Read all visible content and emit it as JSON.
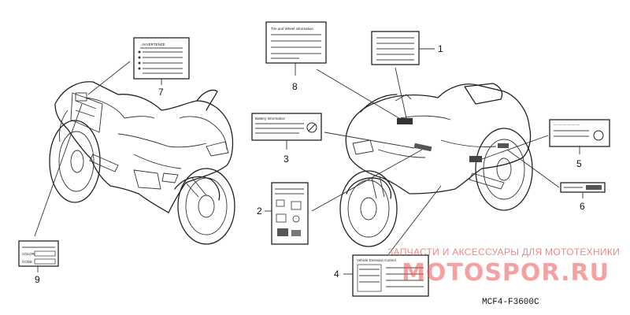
{
  "callouts": {
    "c1": "1",
    "c2": "2",
    "c3": "3",
    "c4": "4",
    "c5": "5",
    "c6": "6",
    "c7": "7",
    "c8": "8",
    "c9": "9"
  },
  "labels": {
    "warning_title": "AVVERTENZE",
    "tire_title": "Tire and Wheel information",
    "caution_title": "Battery Information",
    "emission_title": "Vehicle Emission Control",
    "color_field": "COLOR",
    "code_field": "CODE"
  },
  "diagram_code": "MCF4-F3600C",
  "watermark": {
    "line1": "ЗАПЧАСТИ И АКСЕССУАРЫ ДЛЯ МОТОТЕХНИКИ",
    "line2": "MOTOSPOR.RU"
  }
}
